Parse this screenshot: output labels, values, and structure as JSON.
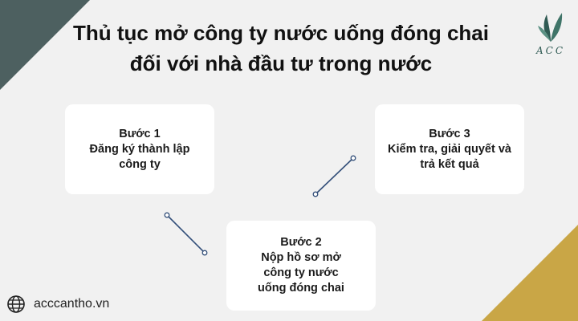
{
  "title": {
    "line1": "Thủ tục mở công ty nước uống đóng chai",
    "line2": "đối với nhà đầu tư trong nước"
  },
  "logo": {
    "text": "ACC",
    "icon": "leaf-logo-icon"
  },
  "steps": [
    {
      "label": "Bước 1",
      "lines": [
        "Đăng ký thành lập",
        "công ty"
      ]
    },
    {
      "label": "Bước 2",
      "lines": [
        "Nộp hồ sơ mở",
        "công ty nước",
        "uống đóng chai"
      ]
    },
    {
      "label": "Bước 3",
      "lines": [
        "Kiểm tra, giải quyết và",
        "trả kết quả"
      ]
    }
  ],
  "footer": {
    "website": "acccantho.vn",
    "icon": "globe-icon"
  },
  "colors": {
    "background": "#f1f1f1",
    "corner_top_left": "#4d6060",
    "corner_bottom_right": "#c9a646",
    "connector": "#34507a",
    "logo": "#2f5a53"
  }
}
